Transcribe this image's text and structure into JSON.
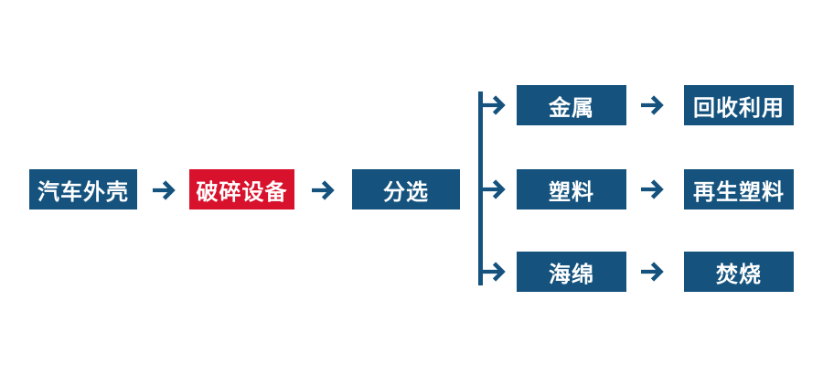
{
  "colors": {
    "background": "#ffffff",
    "box_blue": "#15537e",
    "box_red": "#d8112c",
    "connector": "#15537e",
    "text_white": "#ffffff"
  },
  "flow": {
    "main_nodes": [
      {
        "label": "汽车外壳",
        "variant": "blue"
      },
      {
        "label": "破碎设备",
        "variant": "red"
      },
      {
        "label": "分选",
        "variant": "blue"
      }
    ],
    "branches": [
      {
        "material": "金属",
        "outcome": "回收利用"
      },
      {
        "material": "塑料",
        "outcome": "再生塑料"
      },
      {
        "material": "海绵",
        "outcome": "焚烧"
      }
    ]
  }
}
